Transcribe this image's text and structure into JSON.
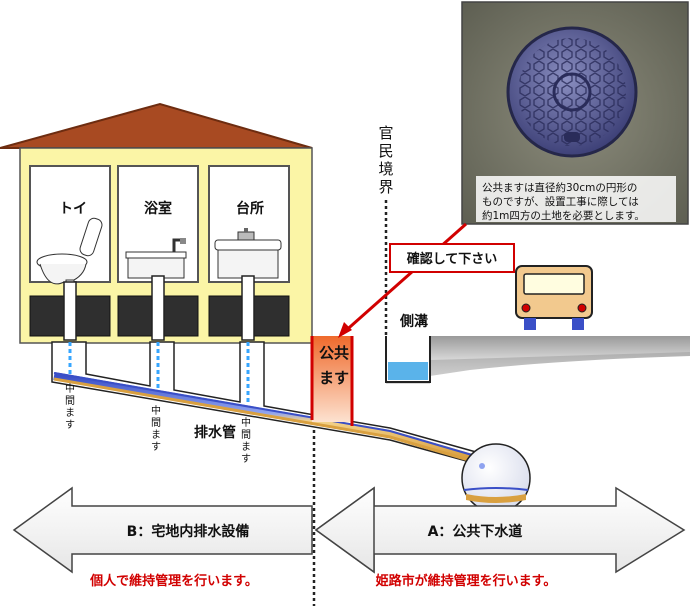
{
  "rooms": {
    "toilet": "トイ",
    "bath": "浴室",
    "kitchen": "台所"
  },
  "boundary_label": "官民境界",
  "photo_caption": {
    "line1": "公共ますは直径約30cmの円形の",
    "line2": "ものですが、設置工事に際しては",
    "line3": "約1m四方の土地を必要とします。"
  },
  "callout": "確認して下さい",
  "ditch_label": "側溝",
  "public_masu_label": "公共ます",
  "intermediate_masu_label": "中間ます",
  "drain_pipe_label": "排水管",
  "arrows": {
    "left": "B：宅地内排水設備",
    "right": "A：公共下水道"
  },
  "maintenance": {
    "private": "個人で維持管理を行います。",
    "city": "姫路市が維持管理を行います。"
  },
  "colors": {
    "house_wall": "#fbf5a6",
    "roof": "#a84a22",
    "accent_red": "#d10000",
    "masu_orange": "#ef6a2c",
    "pipe_blue": "#3a4fc7",
    "pipe_gold": "#d9a040"
  }
}
